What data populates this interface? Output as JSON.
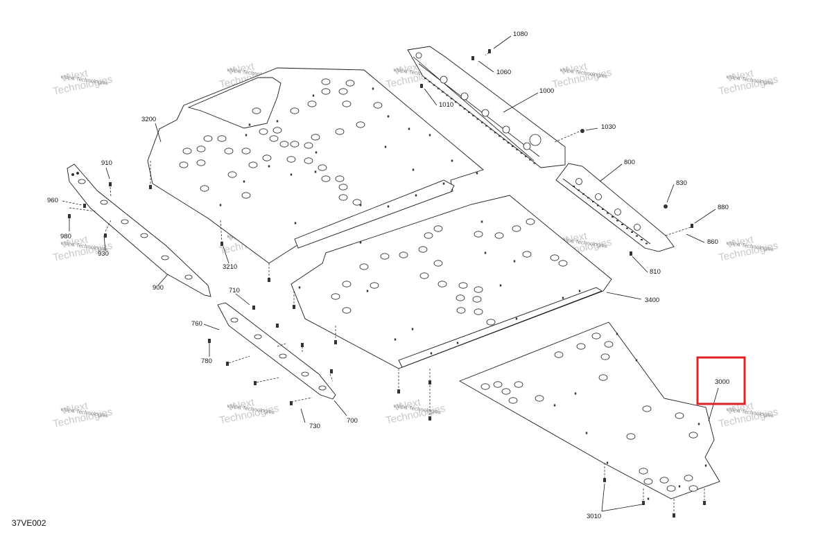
{
  "diagram_code": "37VE002",
  "watermark": {
    "line1": "vNext",
    "line2": "Technologies",
    "small": "vNext Technologies"
  },
  "highlight": {
    "part_number": "3000",
    "color": "#e02020"
  },
  "callouts": [
    "1080",
    "1060",
    "1010",
    "1000",
    "1030",
    "800",
    "830",
    "880",
    "860",
    "810",
    "3200",
    "3210",
    "3400",
    "3000",
    "3010",
    "910",
    "960",
    "980",
    "930",
    "900",
    "710",
    "760",
    "780",
    "730",
    "700"
  ]
}
